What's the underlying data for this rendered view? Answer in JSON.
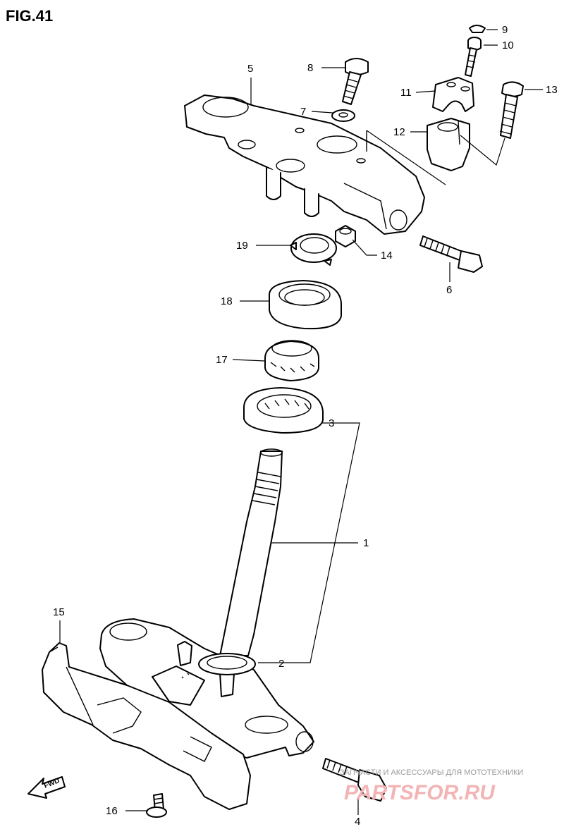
{
  "title": "FIG.41",
  "callouts": [
    "1",
    "2",
    "3",
    "4",
    "5",
    "6",
    "7",
    "8",
    "9",
    "10",
    "11",
    "12",
    "13",
    "14",
    "15",
    "16",
    "17",
    "18",
    "19"
  ],
  "fwd_label": "FWD",
  "watermark": {
    "tagline": "ЗАПЧАСТИ И АКСЕССУАРЫ ДЛЯ МОТОТЕХНИКИ",
    "brand": "PARTSFOR.RU"
  }
}
